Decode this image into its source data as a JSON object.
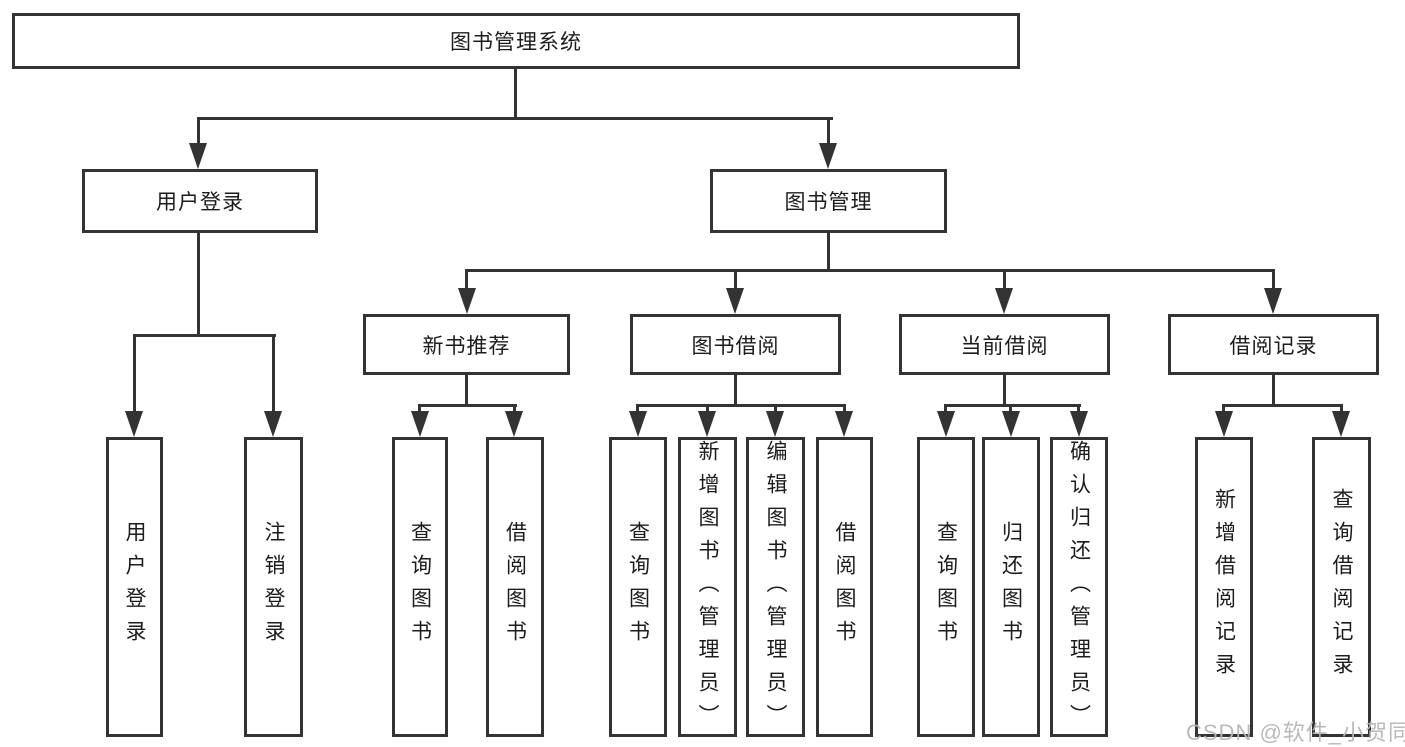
{
  "diagram": {
    "root": {
      "label": "图书管理系统"
    },
    "branches": [
      {
        "label": "用户登录",
        "leaves": [
          "用户登录",
          "注销登录"
        ]
      },
      {
        "label": "图书管理",
        "groups": [
          {
            "label": "新书推荐",
            "leaves": [
              "查询图书",
              "借阅图书"
            ]
          },
          {
            "label": "图书借阅",
            "leaves": [
              "查询图书",
              "新增图书（管理员）",
              "编辑图书（管理员）",
              "借阅图书"
            ]
          },
          {
            "label": "当前借阅",
            "leaves": [
              "查询图书",
              "归还图书",
              "确认归还（管理员）"
            ]
          },
          {
            "label": "借阅记录",
            "leaves": [
              "新增借阅记录",
              "查询借阅记录"
            ]
          }
        ]
      }
    ]
  },
  "colors": {
    "line": "#333333",
    "box_border": "#333333",
    "text": "#1c1c1c",
    "background": "#ffffff",
    "watermark": "#b6b6b6"
  },
  "watermark": {
    "text": "CSDN @软件_小贺同学"
  }
}
